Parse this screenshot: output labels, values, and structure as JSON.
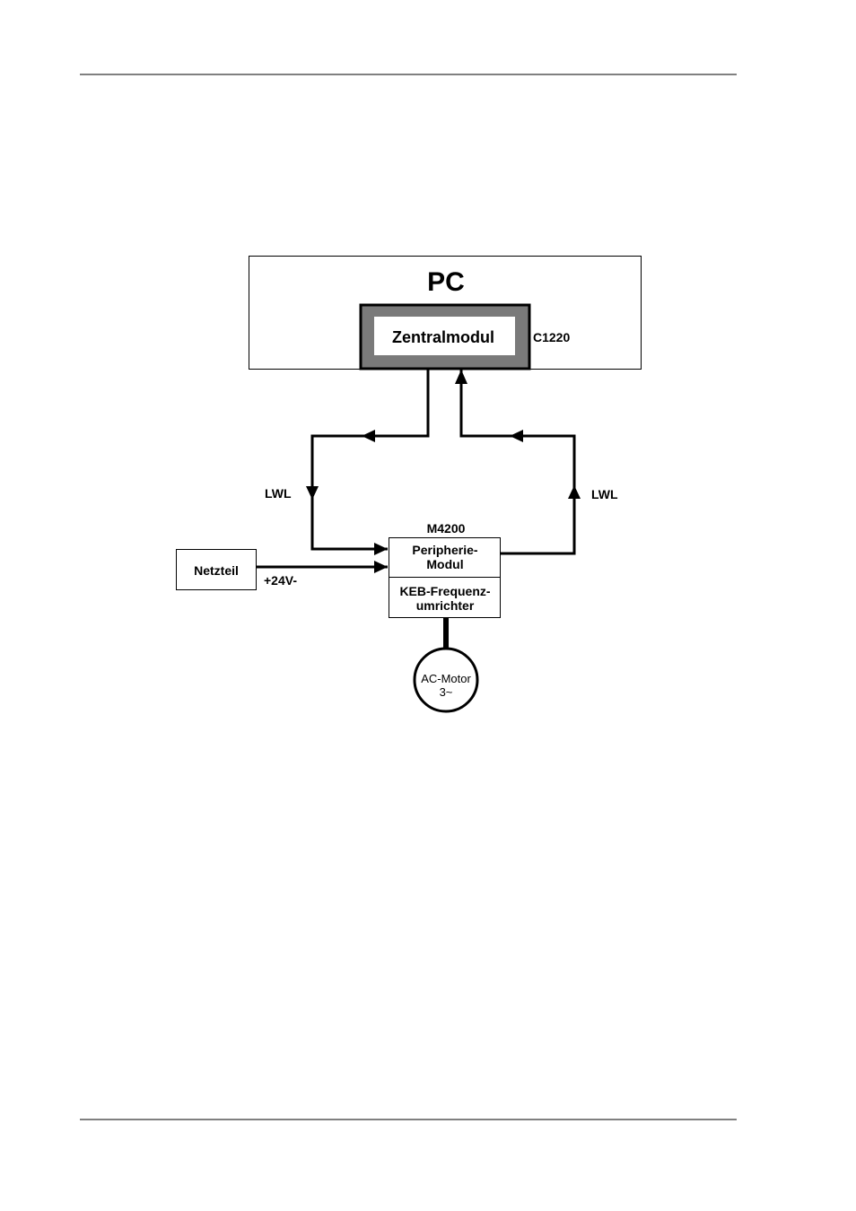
{
  "diagram": {
    "pc_label": "PC",
    "zentralmodul_label": "Zentralmodul",
    "zentralmodul_code": "C1220",
    "lwl_left_label": "LWL",
    "lwl_right_label": "LWL",
    "m4200_label": "M4200",
    "peripherie_line1": "Peripherie-",
    "peripherie_line2": "Modul",
    "keb_line1": "KEB-Frequenz-",
    "keb_line2": "umrichter",
    "netzteil_label": "Netzteil",
    "voltage_label": "+24V-",
    "motor_line1": "AC-Motor",
    "motor_line2": "3~"
  },
  "colors": {
    "line": "#000000",
    "module_frame": "#7a7a7a",
    "background": "#ffffff"
  }
}
